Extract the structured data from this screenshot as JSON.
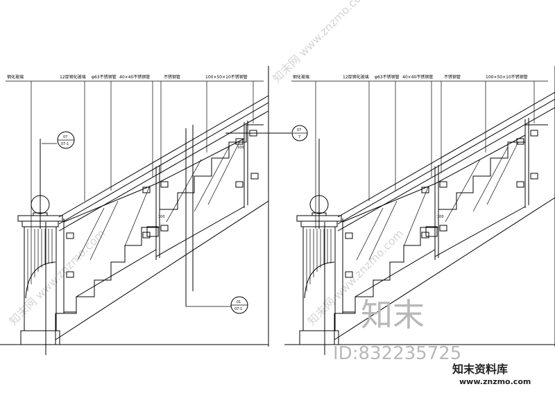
{
  "callouts": [
    "钢化玻璃",
    "12厚钢化玻璃",
    "φ63不锈钢管",
    "40×40不锈钢管",
    "不锈钢管",
    "100×50×10不锈钢管"
  ],
  "bubbles": {
    "a": {
      "top": "07",
      "bottom": "07-1"
    },
    "b": {
      "top": "07",
      "bottom": "7"
    },
    "c": {
      "top": "01",
      "bottom": "07-1"
    }
  },
  "dim": "100",
  "watermark": {
    "logo": "知末",
    "id": "ID:832235725",
    "brand": "知末资料库",
    "url": "www.znzmo.com",
    "diag_left": "知末网 www.znzmo.com",
    "diag_right": "知末网 www.znzmo.com"
  }
}
